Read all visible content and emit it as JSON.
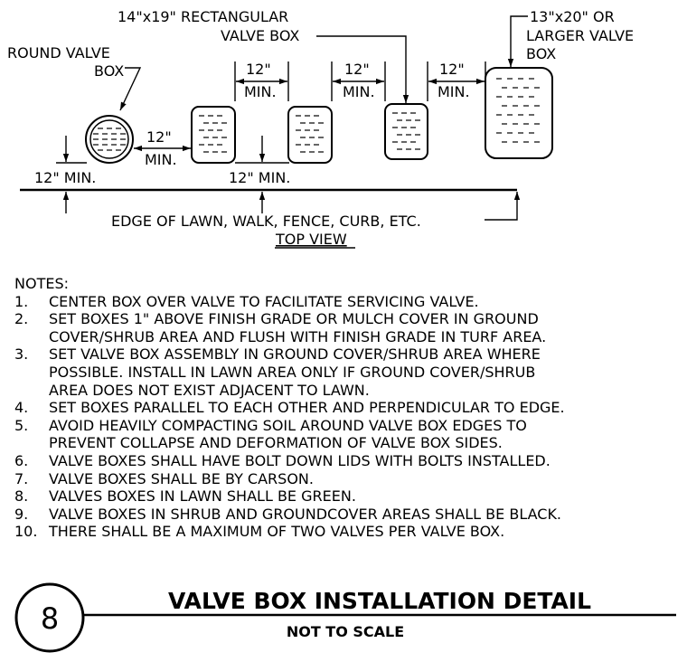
{
  "labels": {
    "round_box_l1": "ROUND VALVE",
    "round_box_l2": "BOX",
    "rect_box_l1": "14\"x19\" RECTANGULAR",
    "rect_box_l2": "VALVE BOX",
    "large_box_l1": "13\"x20\" OR",
    "large_box_l2": "LARGER VALVE",
    "large_box_l3": "BOX",
    "dim_12": "12\"",
    "dim_min": "MIN.",
    "dim_12_min": "12\" MIN.",
    "edge": "EDGE OF LAWN, WALK, FENCE, CURB, ETC.",
    "view_title": "TOP VIEW"
  },
  "notes": {
    "heading": "NOTES:",
    "items": [
      {
        "num": "1.",
        "lines": [
          "CENTER BOX OVER VALVE TO FACILITATE SERVICING VALVE."
        ]
      },
      {
        "num": "2.",
        "lines": [
          "SET BOXES 1\" ABOVE FINISH GRADE OR MULCH COVER IN GROUND",
          "COVER/SHRUB AREA AND FLUSH WITH FINISH GRADE IN TURF AREA."
        ]
      },
      {
        "num": "3.",
        "lines": [
          "SET VALVE BOX ASSEMBLY IN GROUND COVER/SHRUB AREA WHERE",
          "POSSIBLE. INSTALL IN LAWN AREA ONLY IF GROUND COVER/SHRUB",
          "AREA DOES NOT EXIST ADJACENT TO LAWN."
        ]
      },
      {
        "num": "4.",
        "lines": [
          "SET BOXES PARALLEL TO EACH OTHER AND PERPENDICULAR TO EDGE."
        ]
      },
      {
        "num": "5.",
        "lines": [
          "AVOID HEAVILY COMPACTING SOIL AROUND VALVE BOX EDGES TO",
          "PREVENT COLLAPSE AND DEFORMATION OF VALVE BOX SIDES."
        ]
      },
      {
        "num": "6.",
        "lines": [
          "VALVE BOXES SHALL HAVE BOLT DOWN LIDS WITH BOLTS INSTALLED."
        ]
      },
      {
        "num": "7.",
        "lines": [
          "VALVE BOXES SHALL BE BY CARSON."
        ]
      },
      {
        "num": "8.",
        "lines": [
          "VALVES BOXES IN LAWN SHALL BE GREEN."
        ]
      },
      {
        "num": "9.",
        "lines": [
          "VALVE BOXES IN SHRUB AND GROUNDCOVER AREAS SHALL BE BLACK."
        ]
      },
      {
        "num": "10.",
        "lines": [
          "THERE SHALL BE A MAXIMUM OF TWO VALVES PER VALVE BOX."
        ]
      }
    ]
  },
  "footer": {
    "detail_number": "8",
    "title": "VALVE BOX INSTALLATION DETAIL",
    "subtitle": "NOT TO SCALE"
  }
}
